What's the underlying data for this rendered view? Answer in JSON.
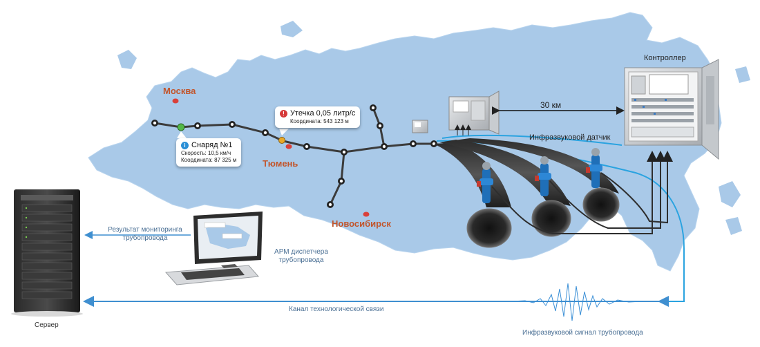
{
  "cities": {
    "moscow": "Москва",
    "tyumen": "Тюмень",
    "novosibirsk": "Новосибирск"
  },
  "callout_pig": {
    "title": "Снаряд №1",
    "speed": "Скорость: 10,5 км/ч",
    "coord": "Координата: 87 325 м"
  },
  "callout_leak": {
    "title": "Утечка 0,05 литр/с",
    "coord": "Координата: 543 123 м"
  },
  "labels": {
    "controller": "Контроллер",
    "distance": "30 км",
    "sensor": "Инфразвуковой датчик",
    "result_line1": "Результат мониторинга",
    "result_line2": "трубопровода",
    "arm_line1": "АРМ диспетчера",
    "arm_line2": "трубопровода",
    "server": "Сервер",
    "channel": "Канал технологической связи",
    "signal": "Инфразвуковой сигнал трубопровода"
  },
  "colors": {
    "map": "#a9c9e8",
    "map_stroke": "#8fb6dc",
    "pipeline": "#3b3b3b",
    "cable": "#2aa3e0",
    "arrow": "#3f8fd0",
    "city_text": "#c2552b",
    "city_dot": "#d9403a",
    "green_node": "#52b848",
    "amber_node": "#e9a928"
  }
}
